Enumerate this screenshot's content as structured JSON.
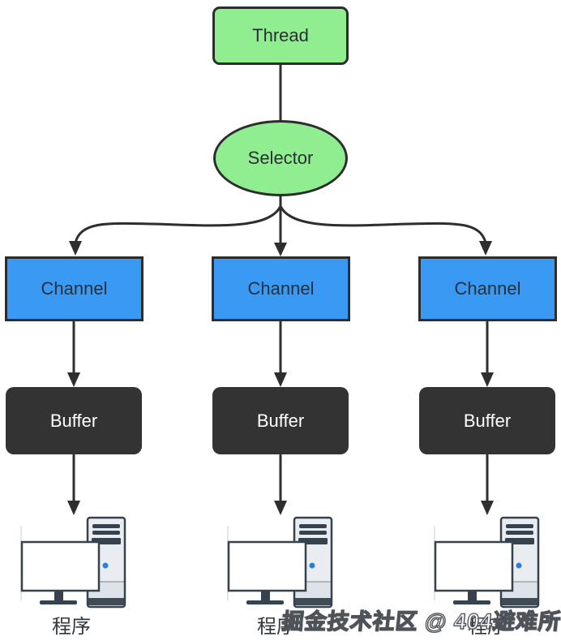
{
  "diagram": {
    "thread": {
      "label": "Thread"
    },
    "selector": {
      "label": "Selector"
    },
    "channels": [
      {
        "label": "Channel"
      },
      {
        "label": "Channel"
      },
      {
        "label": "Channel"
      }
    ],
    "buffers": [
      {
        "label": "Buffer"
      },
      {
        "label": "Buffer"
      },
      {
        "label": "Buffer"
      }
    ],
    "programs": [
      {
        "label": "程序"
      },
      {
        "label": "程序"
      },
      {
        "label": "程序"
      }
    ],
    "icons": [
      {
        "name": "computer-icon"
      },
      {
        "name": "computer-icon"
      },
      {
        "name": "computer-icon"
      }
    ]
  },
  "watermark": {
    "text": "掘金技术社区 @ 404避难所"
  },
  "colors": {
    "node-green": "#90ee90",
    "node-blue": "#3a99f2",
    "node-dark": "#333333",
    "stroke-dark": "#2d2d2d",
    "pc-outline": "#36424e",
    "pc-body": "#e9edf1",
    "pc-accent": "#2d7de0"
  }
}
